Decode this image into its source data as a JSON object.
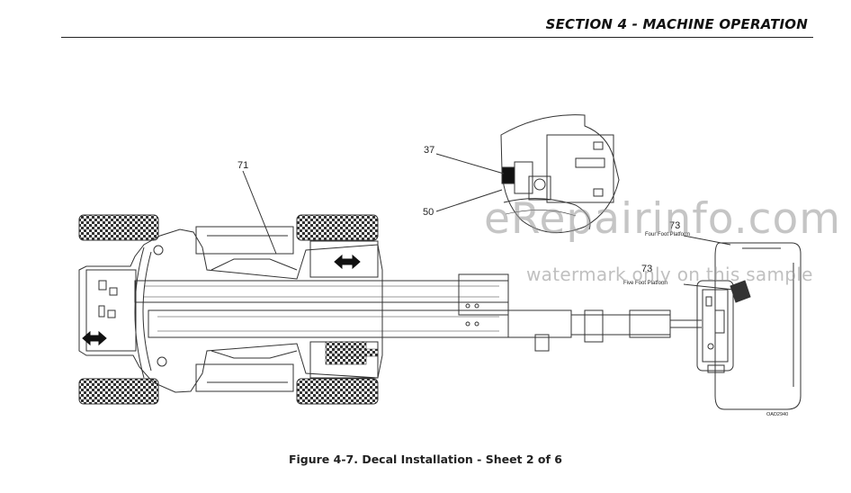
{
  "header": {
    "section_title": "SECTION 4 - MACHINE OPERATION"
  },
  "callouts": [
    {
      "number": "71"
    },
    {
      "number": "37"
    },
    {
      "number": "50"
    },
    {
      "number": "73",
      "sublabel": "Four Foot Platform"
    },
    {
      "number": "73",
      "sublabel": "Five Foot Platform"
    }
  ],
  "drawing_code": "OAD2940",
  "figure_caption": "Figure 4-7. Decal Installation - Sheet 2 of 6",
  "watermark": {
    "line1": "eRepairinfo.com",
    "line2": "watermark only on this sample"
  },
  "colors": {
    "line": "#333333",
    "text": "#222222",
    "watermark": "#999999"
  }
}
